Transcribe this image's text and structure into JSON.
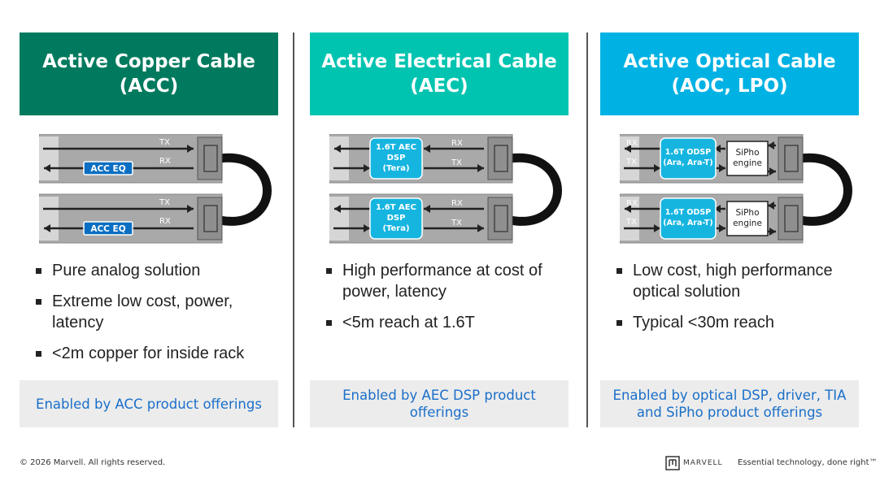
{
  "columns": [
    {
      "title_line1": "Active Copper Cable",
      "title_line2": "(ACC)",
      "color": "#007a5e",
      "diagram": {
        "type": "acc",
        "top_label": "TX",
        "bottom_label": "RX",
        "chip": [
          "ACC EQ"
        ]
      },
      "bullets": [
        "Pure analog solution",
        "Extreme low cost, power, latency",
        "<2m copper for inside rack"
      ],
      "footer": "Enabled by ACC product offerings"
    },
    {
      "title_line1": "Active Electrical Cable",
      "title_line2": "(AEC)",
      "color": "#00c4b0",
      "diagram": {
        "type": "aec",
        "top_label": "RX",
        "bottom_label": "TX",
        "chip": [
          "1.6T AEC",
          "DSP",
          "(Tera)"
        ]
      },
      "bullets": [
        "High performance at cost of power, latency",
        "<5m reach at 1.6T"
      ],
      "footer": "Enabled by AEC DSP product offerings"
    },
    {
      "title_line1": "Active Optical Cable",
      "title_line2": "(AOC, LPO)",
      "color": "#00b2e3",
      "diagram": {
        "type": "aoc",
        "top_label": "RX",
        "bottom_label": "TX",
        "chip": [
          "1.6T ODSP",
          "(Ara, Ara-T)"
        ],
        "engine": [
          "SiPho",
          "engine"
        ]
      },
      "bullets": [
        "Low cost, high performance optical solution",
        "Typical <30m reach"
      ],
      "footer": "Enabled by optical DSP, driver, TIA and SiPho product offerings"
    }
  ],
  "colors": {
    "chip_acc": "#0a6fc2",
    "chip_dsp": "#16b5e0",
    "module": "#a9a9a9",
    "footer_text": "#1a6fc9"
  },
  "footer": {
    "copyright": "© 2026 Marvell. All rights reserved.",
    "brand": "MARVELL",
    "tagline": "Essential technology, done right™"
  }
}
